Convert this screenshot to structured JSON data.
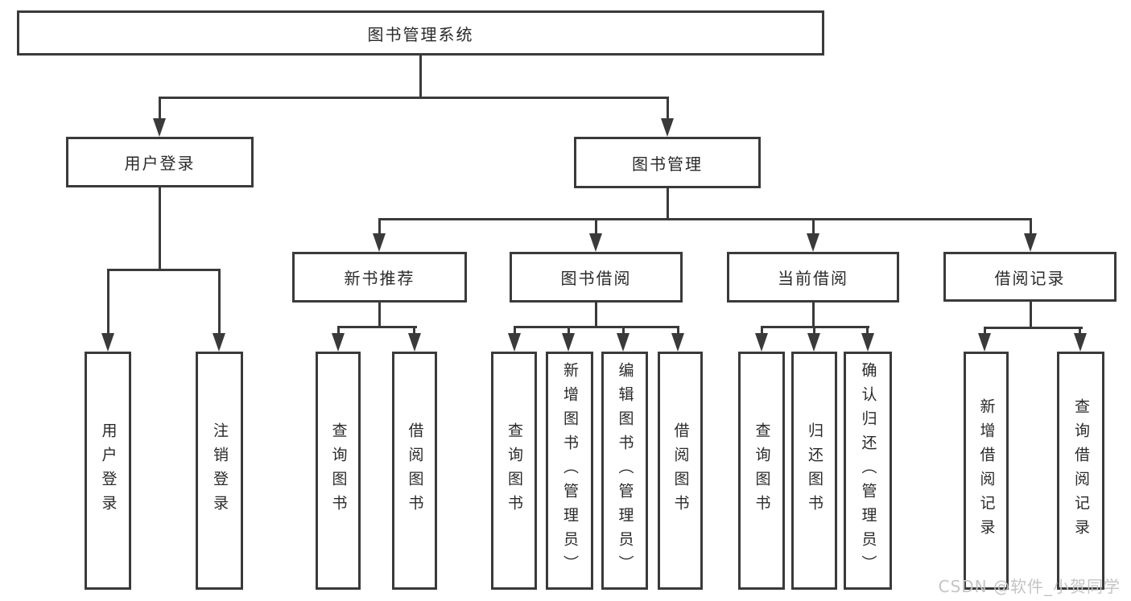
{
  "diagram_type": "hierarchy-tree",
  "colors": {
    "line": "#3a3a3a",
    "text": "#2a2a2a",
    "background": "#ffffff",
    "watermark": "#c4c4c4"
  },
  "tree": {
    "label": "图书管理系统",
    "children": [
      {
        "label": "用户登录",
        "children": [
          {
            "label": "用户登录"
          },
          {
            "label": "注销登录"
          }
        ]
      },
      {
        "label": "图书管理",
        "children": [
          {
            "label": "新书推荐",
            "children": [
              {
                "label": "查询图书"
              },
              {
                "label": "借阅图书"
              }
            ]
          },
          {
            "label": "图书借阅",
            "children": [
              {
                "label": "查询图书"
              },
              {
                "label": "新增图书（管理员）"
              },
              {
                "label": "编辑图书（管理员）"
              },
              {
                "label": "借阅图书"
              }
            ]
          },
          {
            "label": "当前借阅",
            "children": [
              {
                "label": "查询图书"
              },
              {
                "label": "归还图书"
              },
              {
                "label": "确认归还（管理员）"
              }
            ]
          },
          {
            "label": "借阅记录",
            "children": [
              {
                "label": "新增借阅记录"
              },
              {
                "label": "查询借阅记录"
              }
            ]
          }
        ]
      }
    ]
  },
  "watermark": {
    "text": "CSDN @软件_小贺同学"
  }
}
